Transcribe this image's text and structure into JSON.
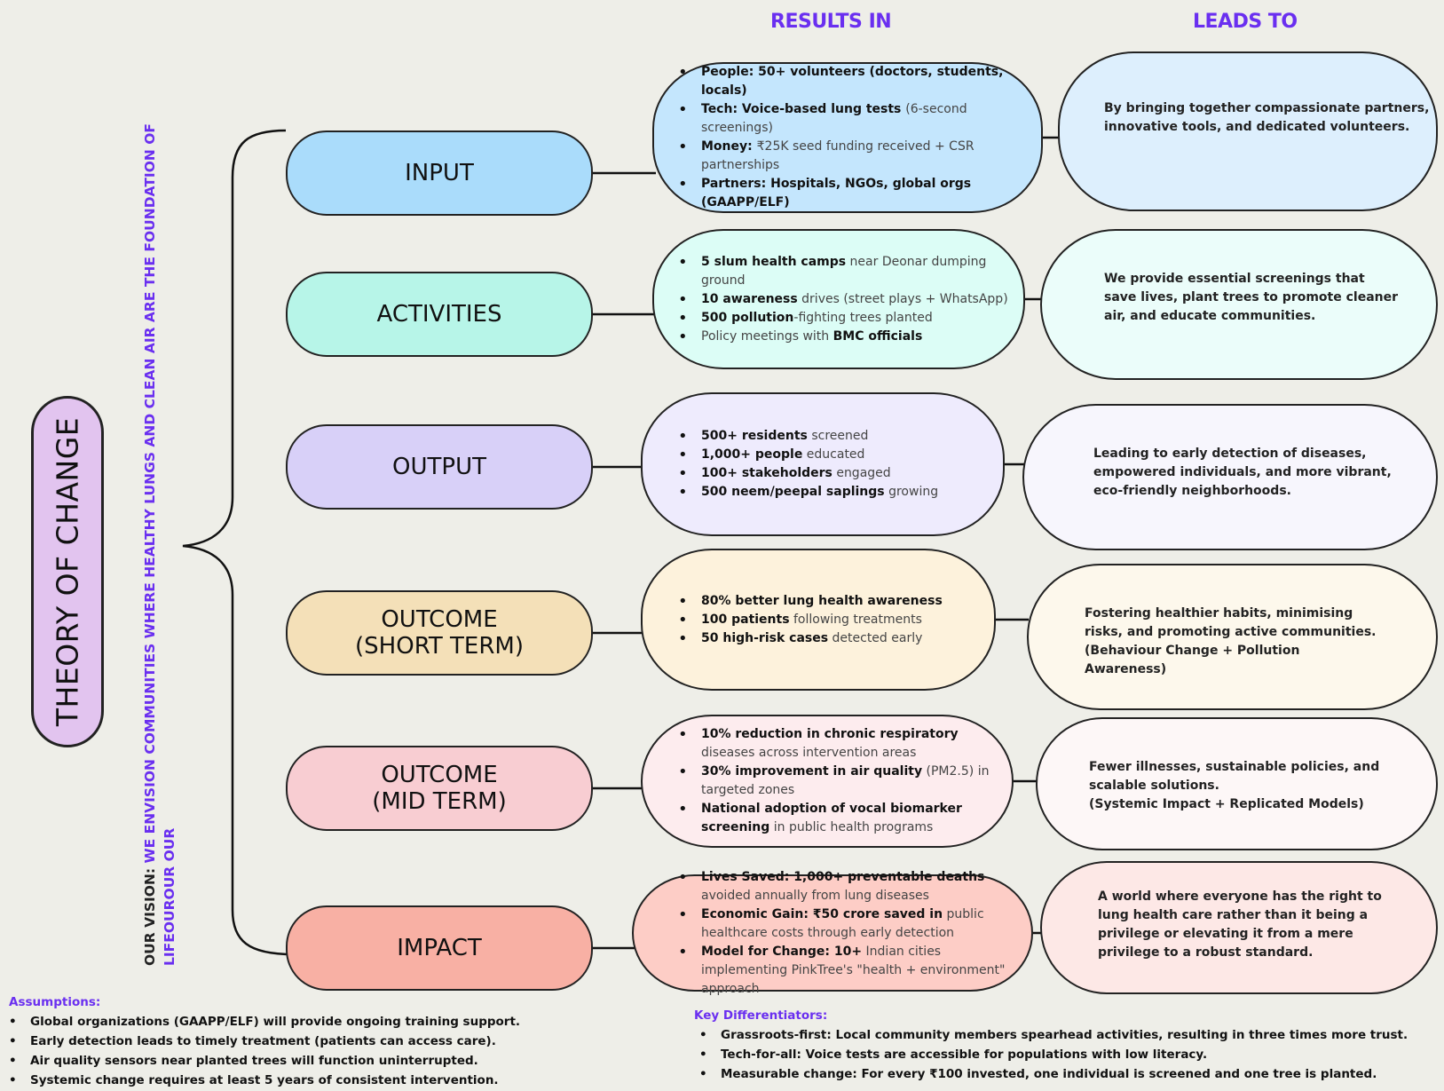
{
  "column_headers": {
    "results_in": "RESULTS IN",
    "leads_to": "LEADS TO"
  },
  "title": "THEORY OF CHANGE",
  "vision": {
    "label": "OUR VISION: ",
    "text": "WE ENVISION COMMUNITIES WHERE HEALTHY LUNGS AND CLEAN AIR ARE THE FOUNDATION OF LIFEOUROUR OUR"
  },
  "colors": {
    "accent": "#6a2ff0",
    "background": "#eeeee8",
    "title_pill": "#e2c4ef"
  },
  "stages": [
    {
      "label": "INPUT",
      "color": "#aadcfb",
      "result_color": "#c4e6fd",
      "leads_color": "#ddeffd",
      "results": [
        [
          {
            "t": "People: 50+ volunteers (doctors, students, locals)",
            "b": true
          }
        ],
        [
          {
            "t": "Tech: Voice-based lung tests ",
            "b": true
          },
          {
            "t": "(6-second screenings)",
            "b": false
          }
        ],
        [
          {
            "t": "Money: ",
            "b": true
          },
          {
            "t": "₹25K seed funding received + CSR partnerships",
            "b": false
          }
        ],
        [
          {
            "t": "Partners: Hospitals, NGOs, global orgs (GAAPP/ELF)",
            "b": true
          }
        ]
      ],
      "leads_to": "By bringing together compassionate partners,\ninnovative tools, and dedicated volunteers."
    },
    {
      "label": "ACTIVITIES",
      "color": "#b7f5e8",
      "result_color": "#dcfdf6",
      "leads_color": "#ebfdfa",
      "results": [
        [
          {
            "t": "5 slum health camps",
            "b": true
          },
          {
            "t": " near Deonar dumping ground",
            "b": false
          }
        ],
        [
          {
            "t": "10 awareness",
            "b": true
          },
          {
            "t": " drives (street plays + WhatsApp)",
            "b": false
          }
        ],
        [
          {
            "t": "500 pollution",
            "b": true
          },
          {
            "t": "-fighting trees planted",
            "b": false
          }
        ],
        [
          {
            "t": "Policy meetings with ",
            "b": false
          },
          {
            "t": "BMC officials",
            "b": true
          }
        ]
      ],
      "leads_to": "We provide essential screenings that\nsave lives, plant trees to promote cleaner\nair, and educate communities."
    },
    {
      "label": "OUTPUT",
      "color": "#d8d0f8",
      "result_color": "#eeebfd",
      "leads_color": "#f7f6fd",
      "results": [
        [
          {
            "t": "500+ residents",
            "b": true
          },
          {
            "t": " screened",
            "b": false
          }
        ],
        [
          {
            "t": "1,000+ people",
            "b": true
          },
          {
            "t": " educated",
            "b": false
          }
        ],
        [
          {
            "t": "100+ stakeholders",
            "b": true
          },
          {
            "t": " engaged",
            "b": false
          }
        ],
        [
          {
            "t": "500 neem/peepal saplings",
            "b": true
          },
          {
            "t": " growing",
            "b": false
          }
        ]
      ],
      "leads_to": "Leading to early detection of diseases,\nempowered individuals, and more vibrant,\neco-friendly neighborhoods."
    },
    {
      "label": "OUTCOME\n(SHORT TERM)",
      "color": "#f4e0b8",
      "result_color": "#fdf2dc",
      "leads_color": "#fdf8ec",
      "results": [
        [
          {
            "t": "80% better lung health awareness",
            "b": true
          }
        ],
        [
          {
            "t": "100 patients",
            "b": true
          },
          {
            "t": " following treatments",
            "b": false
          }
        ],
        [
          {
            "t": "50 high-risk cases",
            "b": true
          },
          {
            "t": " detected early",
            "b": false
          }
        ]
      ],
      "leads_to": "Fostering healthier habits, minimising\nrisks, and promoting active communities.\n(Behaviour Change + Pollution\nAwareness)"
    },
    {
      "label": "OUTCOME\n(MID TERM)",
      "color": "#f8cdd2",
      "result_color": "#fdecee",
      "leads_color": "#fdf7f7",
      "results": [
        [
          {
            "t": "10% reduction in chronic respiratory",
            "b": true
          },
          {
            "t": " diseases across intervention areas",
            "b": false
          }
        ],
        [
          {
            "t": "30% improvement in air quality",
            "b": true
          },
          {
            "t": " (PM2.5) in targeted zones",
            "b": false
          }
        ],
        [
          {
            "t": "National adoption of vocal biomarker screening",
            "b": true
          },
          {
            "t": " in public health programs",
            "b": false
          }
        ]
      ],
      "leads_to": "Fewer illnesses, sustainable policies, and\nscalable solutions.\n(Systemic Impact + Replicated Models)"
    },
    {
      "label": "IMPACT",
      "color": "#f8b0a4",
      "result_color": "#fdcdc6",
      "leads_color": "#fde8e6",
      "results": [
        [
          {
            "t": "Lives Saved: 1,000+ preventable deaths",
            "b": true
          },
          {
            "t": " avoided annually from lung diseases",
            "b": false
          }
        ],
        [
          {
            "t": "Economic Gain: ₹50 crore saved in",
            "b": true
          },
          {
            "t": " public healthcare costs through early detection",
            "b": false
          }
        ],
        [
          {
            "t": "Model for Change: 10+",
            "b": true
          },
          {
            "t": " Indian cities implementing PinkTree's \"health + environment\" approach",
            "b": false
          }
        ]
      ],
      "leads_to": "A world where everyone has the right to\nlung health care rather than it being a\nprivilege or elevating it from a mere\nprivilege to a robust standard."
    }
  ],
  "assumptions": {
    "title": "Assumptions:",
    "items": [
      "Global organizations (GAAPP/ELF) will provide ongoing training support.",
      "Early detection leads to timely treatment (patients can access care).",
      "Air quality sensors near planted trees will function uninterrupted.",
      "Systemic change requires at least 5 years of consistent intervention."
    ]
  },
  "differentiators": {
    "title": "Key Differentiators:",
    "items": [
      "Grassroots-first: Local community members spearhead activities, resulting in three times more trust.",
      "Tech-for-all: Voice tests are accessible for populations with low literacy.",
      "Measurable change: For every ₹100 invested, one individual is screened and one tree is planted."
    ]
  }
}
